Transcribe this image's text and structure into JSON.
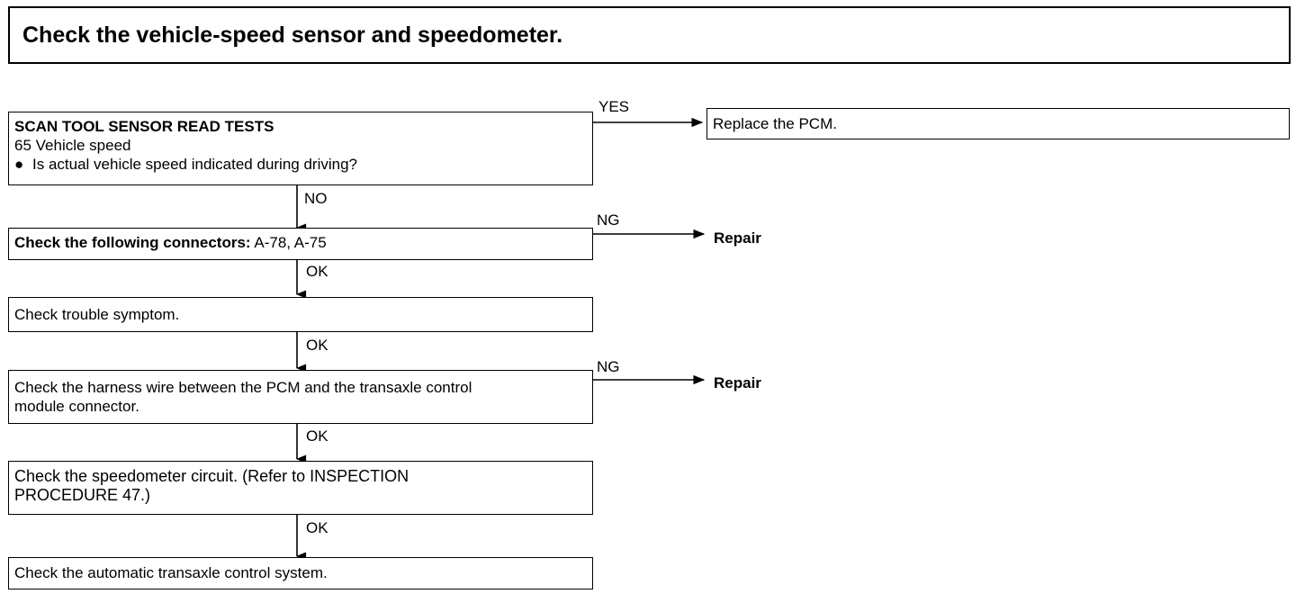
{
  "title": "Check the vehicle-speed sensor and speedometer.",
  "steps": {
    "scan": {
      "heading": "SCAN TOOL SENSOR READ TESTS",
      "item": "65 Vehicle speed",
      "bullet": "●",
      "question": "Is actual vehicle speed indicated during driving?"
    },
    "connectors": {
      "heading": "Check the following connectors:",
      "value": " A-78, A-75"
    },
    "symptom": {
      "text": "Check trouble symptom."
    },
    "harness": {
      "line1": "Check the harness wire between the PCM and the transaxle control",
      "line2": "module connector."
    },
    "speedometer": {
      "line1": "Check the speedometer circuit. (Refer  to  INSPECTION",
      "line2": "PROCEDURE 47.)"
    },
    "automatic": {
      "text": "Check the automatic transaxle control system."
    }
  },
  "results": {
    "replace_pcm": "Replace the PCM.",
    "repair_1": "Repair",
    "repair_2": "Repair"
  },
  "labels": {
    "yes": "YES",
    "no": "NO",
    "ng_1": "NG",
    "ok_1": "OK",
    "ok_2": "OK",
    "ng_2": "NG",
    "ok_3": "OK",
    "ok_4": "OK"
  }
}
